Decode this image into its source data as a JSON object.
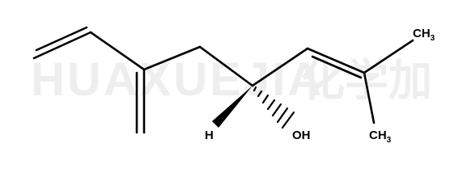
{
  "watermark": {
    "latin": "HUAXUEJIA",
    "cjk": "化学加"
  },
  "labels": {
    "ch3_top": {
      "base": "CH",
      "sub": "3"
    },
    "ch3_bottom": {
      "base": "CH",
      "sub": "3"
    },
    "h": "H",
    "oh": "OH"
  },
  "colors": {
    "bond": "#000000",
    "watermark": "#eeeeee",
    "background": "#ffffff"
  }
}
